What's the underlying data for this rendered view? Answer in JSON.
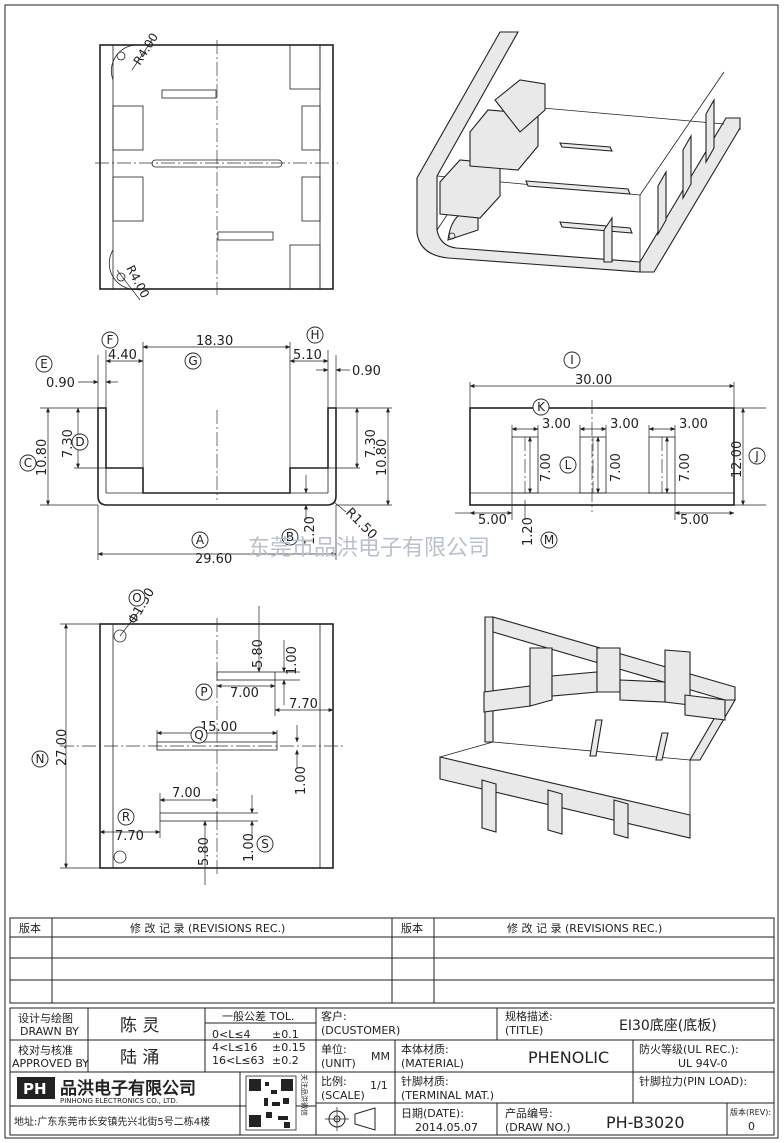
{
  "watermark": "东莞市品洪电子有限公司",
  "top_view": {
    "r_top": "R4.00",
    "r_bottom": "R4.00"
  },
  "front_view": {
    "labels": {
      "a": "A",
      "b": "B",
      "c": "C",
      "d": "D",
      "e": "E",
      "f": "F",
      "g": "G",
      "h": "H"
    },
    "dims": {
      "width": "29.60",
      "inner": "18.30",
      "left_step": "4.40",
      "right_step": "5.10",
      "left_wall": "0.90",
      "right_wall": "0.90",
      "left_h": "7.30",
      "left_total": "10.80",
      "right_h": "7.30",
      "right_total": "10.80",
      "base": "1.20",
      "radius": "R1.50"
    }
  },
  "side_view": {
    "labels": {
      "i": "I",
      "j": "J",
      "k": "K",
      "l": "L",
      "m": "M"
    },
    "dims": {
      "width": "30.00",
      "slot1": "3.00",
      "slot2": "3.00",
      "slot3": "3.00",
      "height": "12.00",
      "h1": "7.00",
      "h2": "7.00",
      "h3": "7.00",
      "left_off": "5.00",
      "right_off": "5.00",
      "base": "1.20"
    }
  },
  "bottom_view": {
    "labels": {
      "n": "N",
      "o": "O",
      "p": "P",
      "q": "Q",
      "r": "R",
      "s": "S"
    },
    "dims": {
      "hole": "Φ1.50",
      "height": "27.00",
      "top_off": "5.80",
      "slot_w": "1.00",
      "slot_len": "7.00",
      "slot_x": "7.70",
      "center_len": "15.00",
      "center_w": "1.00",
      "low_len": "7.00",
      "low_x": "7.70",
      "low_w": "1.00",
      "low_off": "5.80"
    }
  },
  "title_block": {
    "rev_header_1": "版本",
    "rev_header_2": "修 改 记 录 (REVISIONS REC.)",
    "rev_header_3": "版本",
    "rev_header_4": "修 改 记 录 (REVISIONS REC.)",
    "drawn_by_cn": "设计与绘图",
    "drawn_by_en": "DRAWN BY",
    "drawn_by_name": "陈 灵",
    "approved_cn": "校对与核准",
    "approved_en": "APPROVED BY",
    "approved_name": "陆 涌",
    "tol_title": "一般公差 TOL.",
    "tol_rows": [
      {
        "range": "0<L≤4",
        "val": "±0.1"
      },
      {
        "range": "4<L≤16",
        "val": "±0.15"
      },
      {
        "range": "16<L≤63",
        "val": "±0.2"
      }
    ],
    "company_cn": "品洪电子有限公司",
    "company_en": "PINHONG ELECTRONICS CO., LTD.",
    "address": "地址:广东东莞市长安镇先兴北街5号二栋4楼",
    "qr_caption": "关注品洪微信",
    "customer_cn": "客户:",
    "customer_en": "(DCUSTOMER)",
    "title_cn": "规格描述:",
    "title_en": "(TITLE)",
    "title_value": "EI30底座(底板)",
    "unit_cn": "单位:",
    "unit_en": "(UNIT)",
    "unit_value": "MM",
    "material_cn": "本体材质:",
    "material_en": "(MATERIAL)",
    "material_value": "PHENOLIC",
    "ul_cn": "防火等级(UL REC.):",
    "ul_value": "UL 94V-0",
    "scale_cn": "比例:",
    "scale_en": "(SCALE)",
    "scale_value": "1/1",
    "terminal_cn": "针脚材质:",
    "terminal_en": "(TERMINAL MAT.)",
    "pin_load": "针脚拉力(PIN LOAD):",
    "date_cn": "日期(DATE):",
    "date_value": "2014.05.07",
    "drawno_cn": "产品编号:",
    "drawno_en": "(DRAW NO.)",
    "drawno_value": "PH-B3020",
    "rev_cn": "版本(REV):",
    "rev_value": "0",
    "logo_text": "PH"
  }
}
